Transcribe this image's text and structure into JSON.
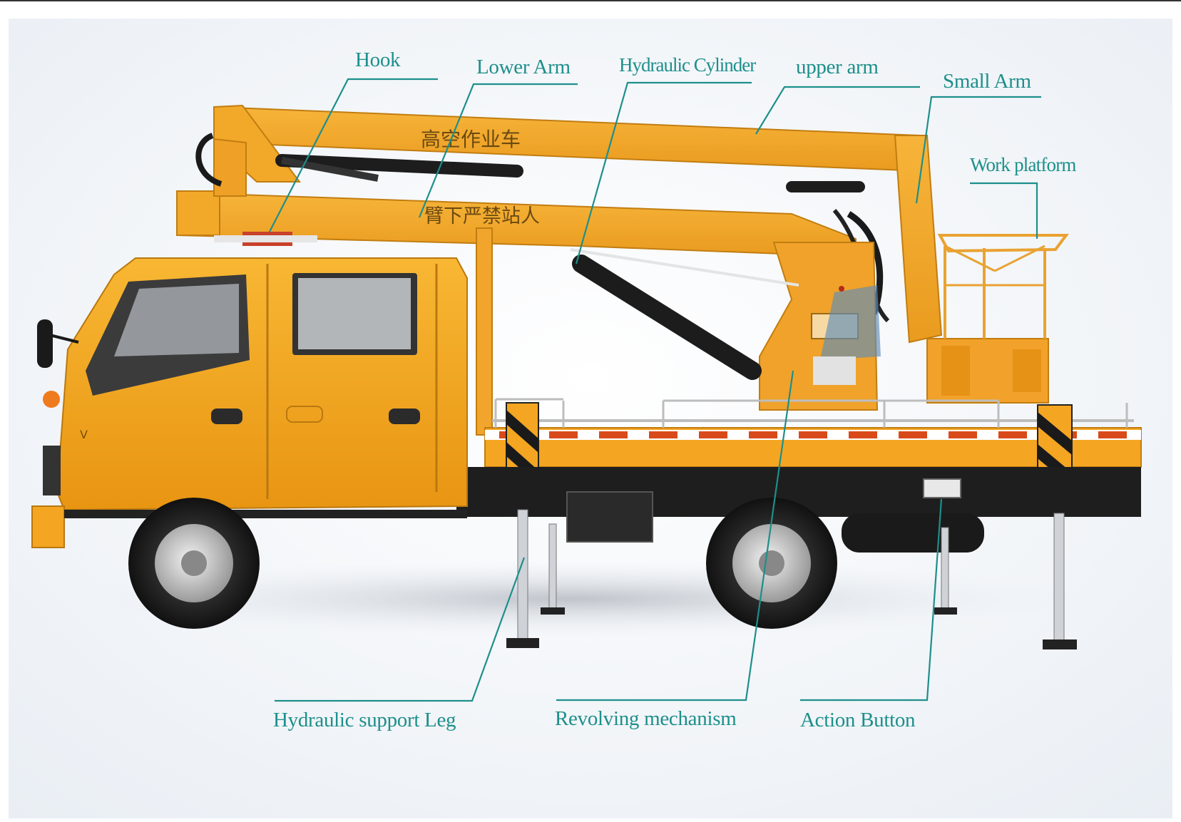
{
  "labels": {
    "hook": "Hook",
    "lower_arm": "Lower Arm",
    "hydraulic_cylinder": "Hydraulic Cylinder",
    "upper_arm": "upper arm",
    "small_arm": "Small Arm",
    "work_platform": "Work platform",
    "hydraulic_support_leg": "Hydraulic support Leg",
    "revolving_mechanism": "Revolving mechanism",
    "action_button": "Action Button"
  },
  "truck_text": {
    "upper_boom": "高空作业车",
    "lower_boom": "臂下严禁站人"
  },
  "colors": {
    "label": "#1d8f8b",
    "body": "#f5a623",
    "cab": "#f4a31c",
    "dark": "#1e1e1e",
    "hazard": "#d94a1a"
  }
}
